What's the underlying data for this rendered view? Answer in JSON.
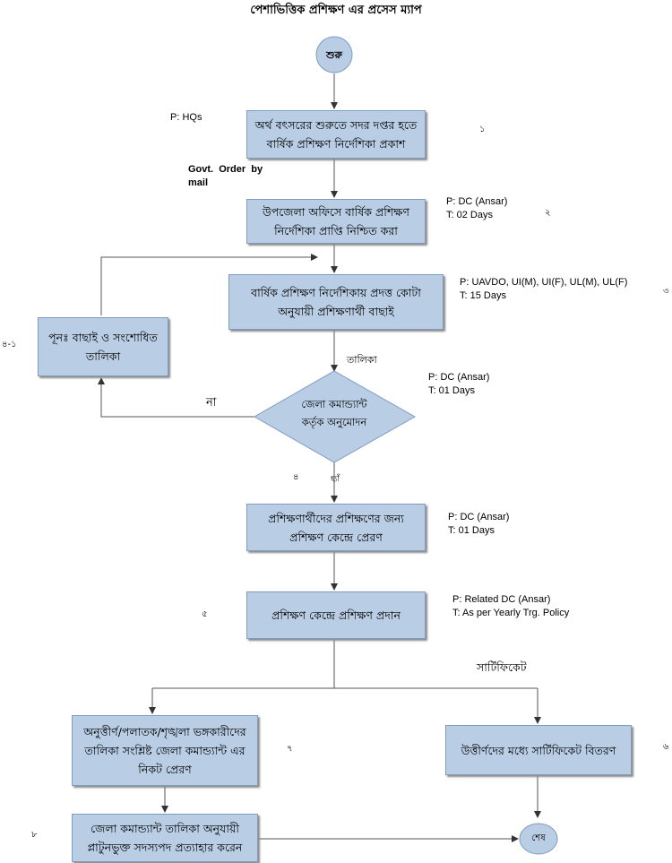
{
  "title": "পেশাভিত্তিক প্রশিক্ষণ এর প্রসেস ম্যাপ",
  "start_label": "শুরু",
  "end_label": "শেষ",
  "steps": {
    "s1": "অর্থ বৎসরের শুরুতে সদর দপ্তর হতে বার্ষিক প্রশিক্ষণ নির্দেশিকা প্রকাশ",
    "s2": "উপজেলা অফিসে বার্ষিক প্রশিক্ষণ নির্দেশিকা প্রাপ্তি নিশ্চিত করা",
    "s3": "বার্ষিক প্রশিক্ষণ নির্দেশিকায় প্রদত্ত কোটা অনুযায়ী প্রশিক্ষণার্থী বাছাই",
    "s31": "পূনঃ  বাছাই ও সংশোধিত তালিকা",
    "decision": "জেলা কমান্ড্যান্ট কর্তৃক অনুমোদন",
    "s4": "প্রশিক্ষণার্থীদের প্রশিক্ষণের জন্য প্রশিক্ষণ কেন্দ্রে প্রেরণ",
    "s5": "প্রশিক্ষণ কেন্দ্রে প্রশিক্ষণ প্রদান",
    "s6": "উত্তীর্ণদের মধ্যে সার্টিফিকেট বিতরণ",
    "s7": "অনুত্তীর্ণ/পলাতক/শৃঙ্খলা ভঙ্গকারীদের তালিকা সংশ্লিষ্ট  জেলা কমান্ড্যান্ট এর নিকট প্রেরণ",
    "s8": "জেলা কমান্ড্যান্ট তালিকা অনুযায়ী প্লাটুনভুক্ত সদস্যপদ প্রত্যাহার করেন"
  },
  "notes": {
    "n1_p": "P: HQs",
    "n1_order": "Govt.  Order  by\nmail",
    "n2": "P: DC (Ansar)\nT: 02 Days",
    "n3": "P: UAVDO, UI(M), UI(F), UL(M), UL(F)\nT: 15 Days",
    "n_dec": "P: DC (Ansar)\nT: 01 Days",
    "n4": "P: DC (Ansar)\nT: 01 Days",
    "n5": "P: Related DC (Ansar)\nT: As per Yearly Trg. Policy"
  },
  "numbers": {
    "n1": "১",
    "n2": "২",
    "n3": "৩",
    "n31": "৪-১",
    "n4": "৪",
    "n5": "৫",
    "n6": "৬",
    "n7": "৭",
    "n8": "৮"
  },
  "labels": {
    "list": "তালিকা",
    "no": "না",
    "yes": "হ্যাঁ",
    "certificate": "সার্টিফিকেট"
  }
}
